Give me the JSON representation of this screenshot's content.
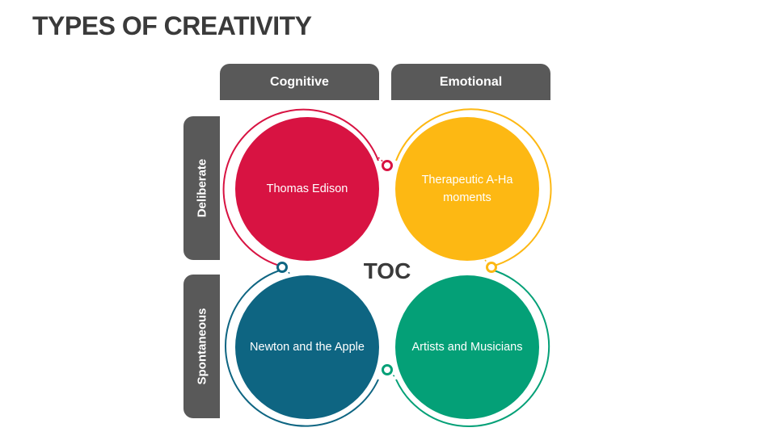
{
  "slide": {
    "title": "TYPES OF CREATIVITY"
  },
  "columns": [
    "Cognitive",
    "Emotional"
  ],
  "rows": [
    "Deliberate",
    "Spontaneous"
  ],
  "center": "TOC",
  "quadrants": [
    {
      "text": "Thomas Edison",
      "color": "#d81342"
    },
    {
      "text": "Therapeutic A-Ha moments",
      "color": "#fdb813"
    },
    {
      "text": "Newton and the Apple",
      "color": "#0e6582"
    },
    {
      "text": "Artists and Musicians",
      "color": "#04a077"
    }
  ]
}
